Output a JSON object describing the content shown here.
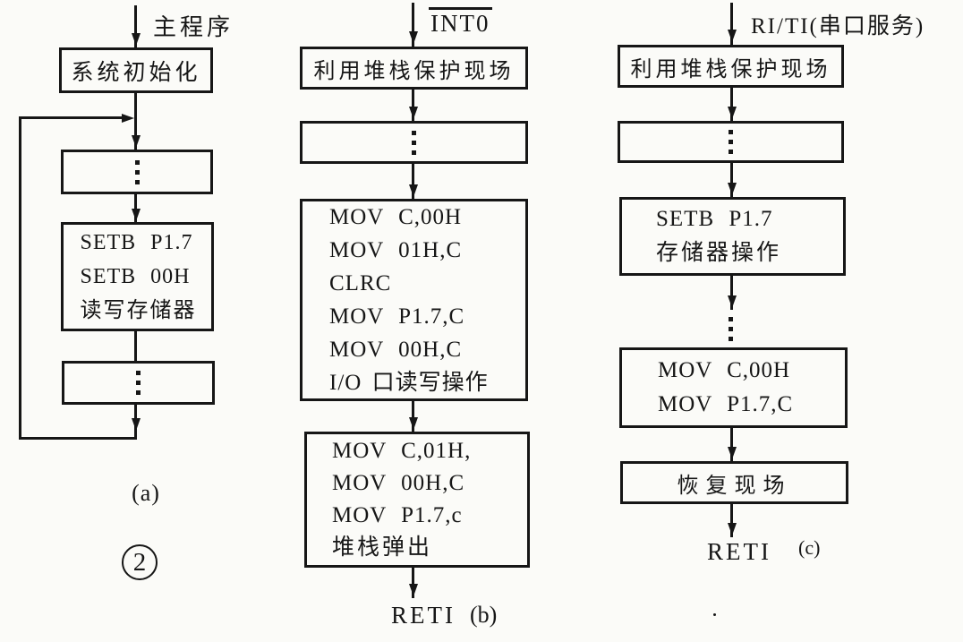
{
  "colors": {
    "ink": "#161616",
    "background": "#fbfbf8"
  },
  "figure": {
    "number": "2",
    "caption_a": "(a)",
    "caption_b": "(b)",
    "caption_c": "(c)"
  },
  "flow_a": {
    "entry_label": "主程序",
    "box_init": "系统初始化",
    "box_code": [
      "SETB P1.7",
      "SETB 00H",
      "读写存储器"
    ]
  },
  "flow_b": {
    "entry_label": "INT0",
    "box_save": "利用堆栈保护现场",
    "box_code1": [
      "MOV C,00H",
      "MOV 01H,C",
      "CLRC",
      "MOV P1.7,C",
      "MOV 00H,C",
      "I/O 口读写操作"
    ],
    "box_code2": [
      "MOV C,01H,",
      "MOV 00H,C",
      "MOV P1.7,c",
      "堆栈弹出"
    ],
    "exit_label": "RETI"
  },
  "flow_c": {
    "entry_label": "RI/TI(串口服务)",
    "box_save": "利用堆栈保护现场",
    "box_code1": [
      "SETB P1.7",
      "存储器操作"
    ],
    "box_code2": [
      "MOV C,00H",
      "MOV P1.7,C"
    ],
    "box_restore": "恢复现场",
    "exit_label": "RETI"
  }
}
